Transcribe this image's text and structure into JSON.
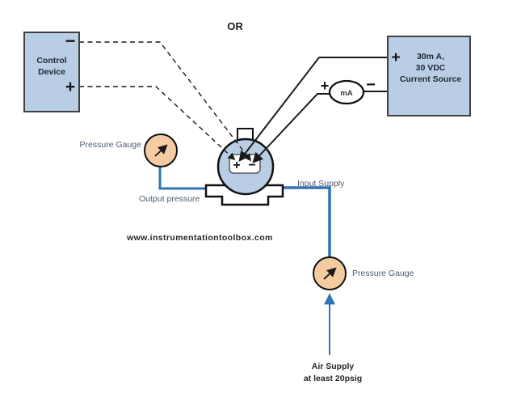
{
  "diagram": {
    "or_label": "OR",
    "watermark": "www.instrumentationtoolbox.com",
    "control_device": {
      "name_line1": "Control",
      "name_line2": "Device",
      "minus": "−",
      "plus": "+"
    },
    "current_source": {
      "line1": "30m A,",
      "line2": "30 VDC",
      "line3": "Current Source",
      "plus": "+"
    },
    "milliammeter": {
      "label": "mA",
      "plus": "+",
      "minus": "−"
    },
    "transducer": {
      "terminal_plus": "+",
      "terminal_minus": "−"
    },
    "output_gauge_label": "Pressure Gauge",
    "input_gauge_label": "Pressure Gauge",
    "output_pressure_label": "Output pressure",
    "input_supply_label": "Input Supply",
    "air_supply_line1": "Air Supply",
    "air_supply_line2": "at least 20psig",
    "colors": {
      "device_fill": "#b9cde4",
      "gauge_fill": "#f5cba2",
      "pneumatic_line": "#2e74b5",
      "electric_line": "#1a1a1a",
      "label_text": "#4e5c6e"
    }
  }
}
